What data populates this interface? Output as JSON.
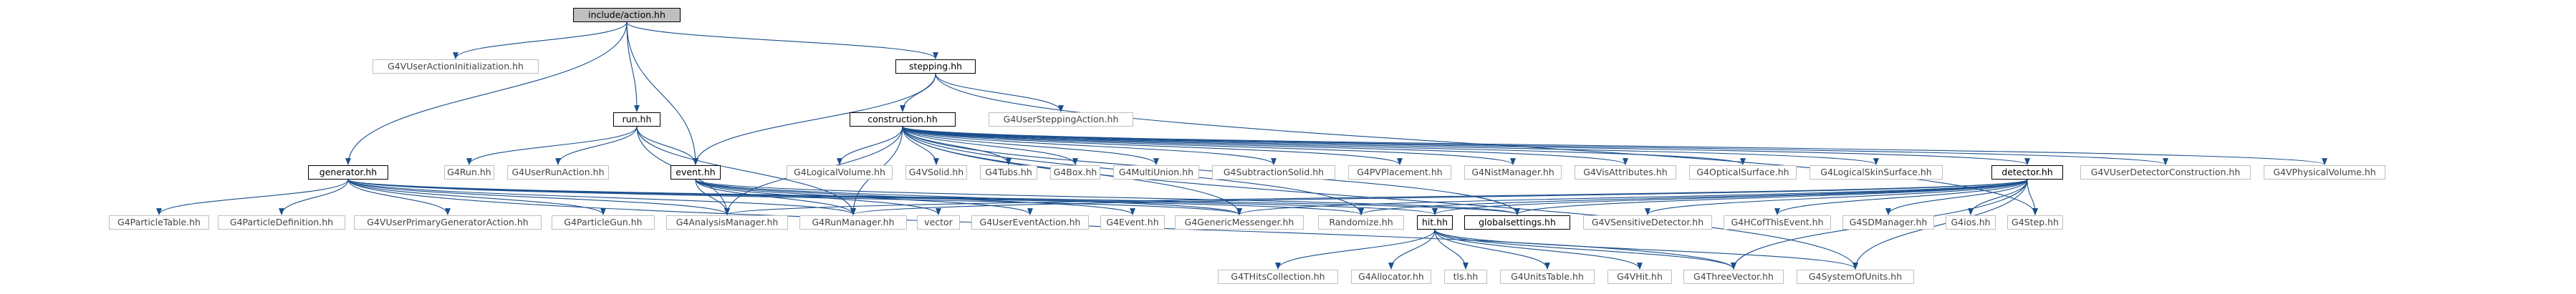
{
  "colors": {
    "edge": "#63b8ff",
    "edge_ext": "#7fb7e6",
    "node_border": "#000000",
    "ext_border": "#bfbfbf",
    "root_fill": "#bfbfbf"
  },
  "nodes": [
    {
      "id": "action",
      "label": "include/action.hh",
      "kind": "root"
    },
    {
      "id": "uai",
      "label": "G4VUserActionInitialization.hh",
      "kind": "ext"
    },
    {
      "id": "stepping",
      "label": "stepping.hh",
      "kind": "local"
    },
    {
      "id": "run",
      "label": "run.hh",
      "kind": "local"
    },
    {
      "id": "usa",
      "label": "G4UserSteppingAction.hh",
      "kind": "ext"
    },
    {
      "id": "construction",
      "label": "construction.hh",
      "kind": "local"
    },
    {
      "id": "generator",
      "label": "generator.hh",
      "kind": "local"
    },
    {
      "id": "g4run",
      "label": "G4Run.hh",
      "kind": "ext"
    },
    {
      "id": "ura",
      "label": "G4UserRunAction.hh",
      "kind": "ext"
    },
    {
      "id": "event",
      "label": "event.hh",
      "kind": "local"
    },
    {
      "id": "lv",
      "label": "G4LogicalVolume.hh",
      "kind": "ext"
    },
    {
      "id": "vsolid",
      "label": "G4VSolid.hh",
      "kind": "ext"
    },
    {
      "id": "tubs",
      "label": "G4Tubs.hh",
      "kind": "ext"
    },
    {
      "id": "box",
      "label": "G4Box.hh",
      "kind": "ext"
    },
    {
      "id": "mu",
      "label": "G4MultiUnion.hh",
      "kind": "ext"
    },
    {
      "id": "sub",
      "label": "G4SubtractionSolid.hh",
      "kind": "ext"
    },
    {
      "id": "pvp",
      "label": "G4PVPlacement.hh",
      "kind": "ext"
    },
    {
      "id": "nist",
      "label": "G4NistManager.hh",
      "kind": "ext"
    },
    {
      "id": "vis",
      "label": "G4VisAttributes.hh",
      "kind": "ext"
    },
    {
      "id": "opt",
      "label": "G4OpticalSurface.hh",
      "kind": "ext"
    },
    {
      "id": "lss",
      "label": "G4LogicalSkinSurface.hh",
      "kind": "ext"
    },
    {
      "id": "detector",
      "label": "detector.hh",
      "kind": "local"
    },
    {
      "id": "udc",
      "label": "G4VUserDetectorConstruction.hh",
      "kind": "ext"
    },
    {
      "id": "vpv",
      "label": "G4VPhysicalVolume.hh",
      "kind": "ext"
    },
    {
      "id": "ptable",
      "label": "G4ParticleTable.hh",
      "kind": "ext"
    },
    {
      "id": "pdef",
      "label": "G4ParticleDefinition.hh",
      "kind": "ext"
    },
    {
      "id": "upga",
      "label": "G4VUserPrimaryGeneratorAction.hh",
      "kind": "ext"
    },
    {
      "id": "pgun",
      "label": "G4ParticleGun.hh",
      "kind": "ext"
    },
    {
      "id": "anal",
      "label": "G4AnalysisManager.hh",
      "kind": "ext"
    },
    {
      "id": "runmgr",
      "label": "G4RunManager.hh",
      "kind": "ext"
    },
    {
      "id": "vector",
      "label": "vector",
      "kind": "ext"
    },
    {
      "id": "uea",
      "label": "G4UserEventAction.hh",
      "kind": "ext"
    },
    {
      "id": "g4event",
      "label": "G4Event.hh",
      "kind": "ext"
    },
    {
      "id": "gmess",
      "label": "G4GenericMessenger.hh",
      "kind": "ext"
    },
    {
      "id": "rand",
      "label": "Randomize.hh",
      "kind": "ext"
    },
    {
      "id": "hit",
      "label": "hit.hh",
      "kind": "local"
    },
    {
      "id": "gs",
      "label": "globalsettings.hh",
      "kind": "local"
    },
    {
      "id": "vsd",
      "label": "G4VSensitiveDetector.hh",
      "kind": "ext"
    },
    {
      "id": "hcofte",
      "label": "G4HCofThisEvent.hh",
      "kind": "ext"
    },
    {
      "id": "sdm",
      "label": "G4SDManager.hh",
      "kind": "ext"
    },
    {
      "id": "ios",
      "label": "G4ios.hh",
      "kind": "ext"
    },
    {
      "id": "step",
      "label": "G4Step.hh",
      "kind": "ext"
    },
    {
      "id": "thc",
      "label": "G4THitsCollection.hh",
      "kind": "ext"
    },
    {
      "id": "alloc",
      "label": "G4Allocator.hh",
      "kind": "ext"
    },
    {
      "id": "tls",
      "label": "tls.hh",
      "kind": "ext"
    },
    {
      "id": "ut",
      "label": "G4UnitsTable.hh",
      "kind": "ext"
    },
    {
      "id": "vhit",
      "label": "G4VHit.hh",
      "kind": "ext"
    },
    {
      "id": "tv",
      "label": "G4ThreeVector.hh",
      "kind": "ext"
    },
    {
      "id": "su",
      "label": "G4SystemOfUnits.hh",
      "kind": "ext"
    }
  ],
  "edges": [
    [
      "action",
      "uai"
    ],
    [
      "action",
      "stepping"
    ],
    [
      "action",
      "run"
    ],
    [
      "action",
      "generator"
    ],
    [
      "action",
      "event"
    ],
    [
      "stepping",
      "usa"
    ],
    [
      "stepping",
      "construction"
    ],
    [
      "stepping",
      "event"
    ],
    [
      "stepping",
      "step"
    ],
    [
      "run",
      "g4run"
    ],
    [
      "run",
      "ura"
    ],
    [
      "run",
      "event"
    ],
    [
      "run",
      "anal"
    ],
    [
      "run",
      "runmgr"
    ],
    [
      "event",
      "anal"
    ],
    [
      "event",
      "runmgr"
    ],
    [
      "event",
      "vector"
    ],
    [
      "event",
      "uea"
    ],
    [
      "event",
      "g4event"
    ],
    [
      "event",
      "gmess"
    ],
    [
      "event",
      "gs"
    ],
    [
      "construction",
      "lv"
    ],
    [
      "construction",
      "vsolid"
    ],
    [
      "construction",
      "tubs"
    ],
    [
      "construction",
      "box"
    ],
    [
      "construction",
      "mu"
    ],
    [
      "construction",
      "sub"
    ],
    [
      "construction",
      "pvp"
    ],
    [
      "construction",
      "nist"
    ],
    [
      "construction",
      "vis"
    ],
    [
      "construction",
      "opt"
    ],
    [
      "construction",
      "lss"
    ],
    [
      "construction",
      "detector"
    ],
    [
      "construction",
      "udc"
    ],
    [
      "construction",
      "vpv"
    ],
    [
      "construction",
      "su"
    ],
    [
      "construction",
      "gmess"
    ],
    [
      "construction",
      "rand"
    ],
    [
      "construction",
      "gs"
    ],
    [
      "construction",
      "runmgr"
    ],
    [
      "construction",
      "anal"
    ],
    [
      "generator",
      "ptable"
    ],
    [
      "generator",
      "pdef"
    ],
    [
      "generator",
      "upga"
    ],
    [
      "generator",
      "pgun"
    ],
    [
      "generator",
      "anal"
    ],
    [
      "generator",
      "runmgr"
    ],
    [
      "generator",
      "gmess"
    ],
    [
      "generator",
      "rand"
    ],
    [
      "generator",
      "gs"
    ],
    [
      "generator",
      "tv"
    ],
    [
      "generator",
      "hit"
    ],
    [
      "detector",
      "vsd"
    ],
    [
      "detector",
      "hcofte"
    ],
    [
      "detector",
      "sdm"
    ],
    [
      "detector",
      "ios"
    ],
    [
      "detector",
      "step"
    ],
    [
      "detector",
      "hit"
    ],
    [
      "detector",
      "gs"
    ],
    [
      "detector",
      "rand"
    ],
    [
      "detector",
      "tv"
    ],
    [
      "detector",
      "su"
    ],
    [
      "detector",
      "anal"
    ],
    [
      "detector",
      "runmgr"
    ],
    [
      "detector",
      "gmess"
    ],
    [
      "hit",
      "thc"
    ],
    [
      "hit",
      "alloc"
    ],
    [
      "hit",
      "tls"
    ],
    [
      "hit",
      "ut"
    ],
    [
      "hit",
      "vhit"
    ],
    [
      "hit",
      "tv"
    ],
    [
      "hit",
      "su"
    ]
  ]
}
